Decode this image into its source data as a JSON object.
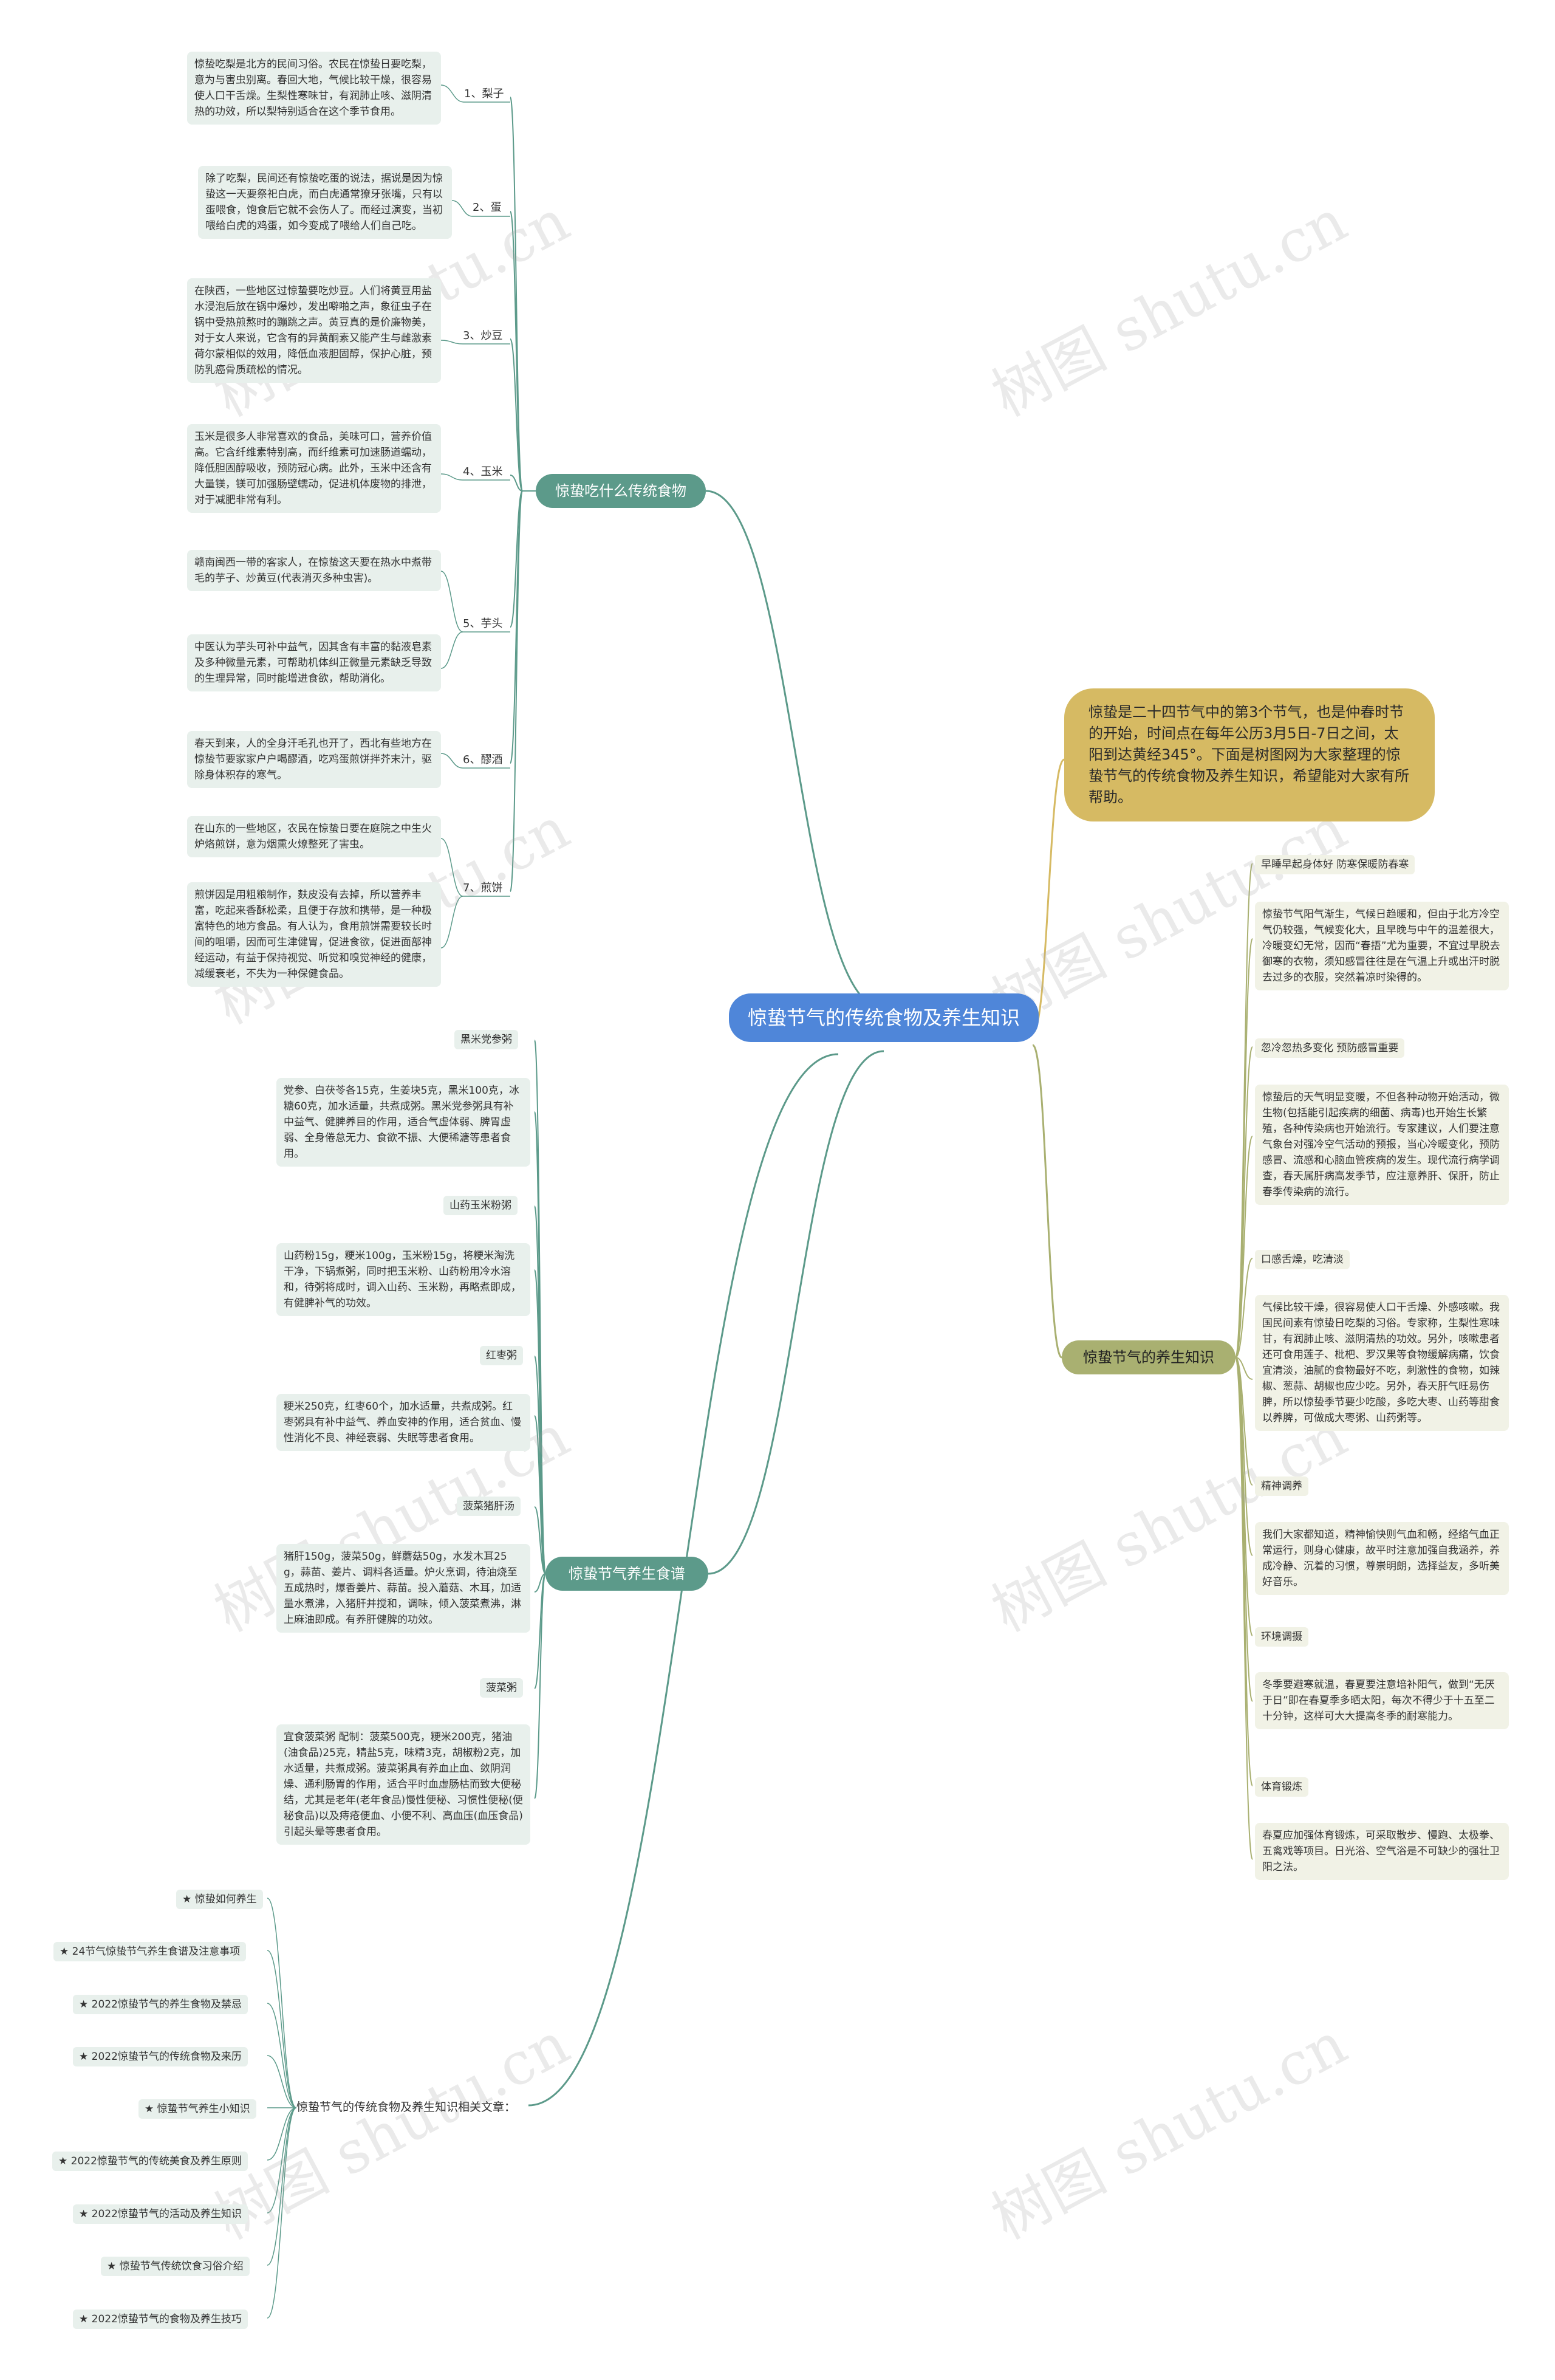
{
  "root": {
    "title": "惊蛰节气的传统食物及养生知识"
  },
  "intro": {
    "text": "惊蛰是二十四节气中的第3个节气，也是仲春时节的开始，时间点在每年公历3月5日-7日之间，太阳到达黄经345°。下面是树图网为大家整理的惊蛰节气的传统食物及养生知识，希望能对大家有所帮助。"
  },
  "food": {
    "title": "惊蛰吃什么传统食物",
    "items": [
      {
        "label": "1、梨子",
        "texts": [
          "惊蛰吃梨是北方的民间习俗。农民在惊蛰日要吃梨，意为与害虫别离。春回大地，气候比较干燥，很容易使人口干舌燥。生梨性寒味甘，有润肺止咳、滋阴清热的功效，所以梨特别适合在这个季节食用。"
        ]
      },
      {
        "label": "2、蛋",
        "texts": [
          "除了吃梨，民间还有惊蛰吃蛋的说法，据说是因为惊蛰这一天要祭祀白虎，而白虎通常獠牙张嘴，只有以蛋喂食，饱食后它就不会伤人了。而经过演变，当初喂给白虎的鸡蛋，如今变成了喂给人们自己吃。"
        ]
      },
      {
        "label": "3、炒豆",
        "texts": [
          "在陕西，一些地区过惊蛰要吃炒豆。人们将黄豆用盐水浸泡后放在锅中爆炒，发出噼啪之声，象征虫子在锅中受热煎熬时的蹦跳之声。黄豆真的是价廉物美，对于女人来说，它含有的异黄酮素又能产生与雌激素荷尔蒙相似的效用，降低血液胆固醇，保护心脏，预防乳癌骨质疏松的情况。"
        ]
      },
      {
        "label": "4、玉米",
        "texts": [
          "玉米是很多人非常喜欢的食品，美味可口，营养价值高。它含纤维素特别高，而纤维素可加速肠道蠕动，降低胆固醇吸收，预防冠心病。此外，玉米中还含有大量镁，镁可加强肠壁蠕动，促进机体废物的排泄，对于减肥非常有利。"
        ]
      },
      {
        "label": "5、芋头",
        "texts": [
          "赣南闽西一带的客家人，在惊蛰这天要在热水中煮带毛的芋子、炒黄豆(代表消灭多种虫害)。",
          "中医认为芋头可补中益气，因其含有丰富的黏液皂素及多种微量元素，可帮助机体纠正微量元素缺乏导致的生理异常，同时能增进食欲，帮助消化。"
        ]
      },
      {
        "label": "6、醪酒",
        "texts": [
          "春天到来，人的全身汗毛孔也开了，西北有些地方在惊蛰节要家家户户喝醪酒，吃鸡蛋煎饼拌芥末汁，驱除身体积存的寒气。"
        ]
      },
      {
        "label": "7、煎饼",
        "texts": [
          "在山东的一些地区，农民在惊蛰日要在庭院之中生火炉烙煎饼，意为烟熏火燎整死了害虫。",
          "煎饼因是用粗粮制作，麸皮没有去掉，所以营养丰富，吃起来香酥松柔，且便于存放和携带，是一种极富特色的地方食品。有人认为，食用煎饼需要较长时间的咀嚼，因而可生津健胃，促进食欲，促进面部神经运动，有益于保持视觉、听觉和嗅觉神经的健康，减缓衰老，不失为一种保健食品。"
        ]
      }
    ]
  },
  "recipes": {
    "title": "惊蛰节气养生食谱",
    "items": [
      {
        "label": "黑米党参粥",
        "text": "党参、白茯苓各15克，生姜块5克，黑米100克，冰糖60克，加水适量，共煮成粥。黑米党参粥具有补中益气、健脾养目的作用，适合气虚体弱、脾胃虚弱、全身倦怠无力、食欲不振、大便稀溏等患者食用。"
      },
      {
        "label": "山药玉米粉粥",
        "text": "山药粉15g，粳米100g，玉米粉15g，将粳米淘洗干净，下锅煮粥，同时把玉米粉、山药粉用冷水溶和，待粥将成时，调入山药、玉米粉，再略煮即成，有健脾补气的功效。"
      },
      {
        "label": "红枣粥",
        "text": "粳米250克，红枣60个，加水适量，共煮成粥。红枣粥具有补中益气、养血安神的作用，适合贫血、慢性消化不良、神经衰弱、失眠等患者食用。"
      },
      {
        "label": "菠菜猪肝汤",
        "text": "猪肝150g，菠菜50g，鲜蘑菇50g，水发木耳25g，蒜苗、姜片、调料各适量。炉火烹调，待油烧至五成热时，爆香姜片、蒜苗。投入蘑菇、木耳，加适量水煮沸，入猪肝并搅和，调味，倾入菠菜煮沸，淋上麻油即成。有养肝健脾的功效。"
      },
      {
        "label": "菠菜粥",
        "text": "宜食菠菜粥 配制：菠菜500克，粳米200克，猪油(油食品)25克，精盐5克，味精3克，胡椒粉2克，加水适量，共煮成粥。菠菜粥具有养血止血、敛阴润燥、通利肠胃的作用，适合平时血虚肠枯而致大便秘结，尤其是老年(老年食品)慢性便秘、习惯性便秘(便秘食品)以及痔疮便血、小便不利、高血压(血压食品)引起头晕等患者食用。"
      }
    ]
  },
  "articles": {
    "title": "惊蛰节气的传统食物及养生知识相关文章：",
    "items": [
      "★ 惊蛰如何养生",
      "★ 24节气惊蛰节气养生食谱及注意事项",
      "★ 2022惊蛰节气的养生食物及禁忌",
      "★ 2022惊蛰节气的传统食物及来历",
      "★ 惊蛰节气养生小知识",
      "★ 2022惊蛰节气的传统美食及养生原则",
      "★ 2022惊蛰节气的活动及养生知识",
      "★ 惊蛰节气传统饮食习俗介绍",
      "★ 2022惊蛰节气的食物及养生技巧"
    ]
  },
  "health": {
    "title": "惊蛰节气的养生知识",
    "items": [
      {
        "label": "早睡早起身体好 防寒保暖防春寒",
        "text": "惊蛰节气阳气渐生，气候日趋暖和，但由于北方冷空气仍较强，气候变化大，且早晚与中午的温差很大，冷暖变幻无常，因而“春捂”尤为重要，不宜过早脱去御寒的衣物，须知感冒往往是在气温上升或出汗时脱去过多的衣服，突然着凉时染得的。"
      },
      {
        "label": "忽冷忽热多变化 预防感冒重要",
        "text": "惊蛰后的天气明显变暖，不但各种动物开始活动，微生物(包括能引起疾病的细菌、病毒)也开始生长繁殖，各种传染病也开始流行。专家建议，人们要注意气象台对强冷空气活动的预报，当心冷暖变化，预防感冒、流感和心脑血管疾病的发生。现代流行病学调查，春天属肝病高发季节，应注意养肝、保肝，防止春季传染病的流行。"
      },
      {
        "label": "口感舌燥，吃清淡",
        "text": "气候比较干燥，很容易使人口干舌燥、外感咳嗽。我国民间素有惊蛰日吃梨的习俗。专家称，生梨性寒味甘，有润肺止咳、滋阴清热的功效。另外，咳嗽患者还可食用莲子、枇杷、罗汉果等食物缓解病痛，饮食宜清淡，油腻的食物最好不吃，刺激性的食物，如辣椒、葱蒜、胡椒也应少吃。另外，春天肝气旺易伤脾，所以惊蛰季节要少吃酸，多吃大枣、山药等甜食以养脾，可做成大枣粥、山药粥等。"
      },
      {
        "label": "精神调养",
        "text": "我们大家都知道，精神愉快则气血和畅，经络气血正常运行，则身心健康，故平时注意加强自我涵养，养成冷静、沉着的习惯，尊崇明朗，选择益友，多听美好音乐。"
      },
      {
        "label": "环境调摄",
        "text": "冬季要避寒就温，春夏要注意培补阳气，做到“无厌于日”即在春夏季多晒太阳，每次不得少于十五至二十分钟，这样可大大提高冬季的耐寒能力。"
      },
      {
        "label": "体育锻炼",
        "text": "春夏应加强体育锻炼，可采取散步、慢跑、太极拳、五禽戏等项目。日光浴、空气浴是不可缺少的强壮卫阳之法。"
      }
    ]
  },
  "watermark": {
    "text": "树图 shutu.cn"
  },
  "colors": {
    "root": "#4f86d9",
    "intro": "#d6ba63",
    "food_branch": "#5c9a8a",
    "recipe_branch": "#5c9a8a",
    "health_branch": "#a9b071",
    "leaf_bg": "#e8f0ec",
    "health_leaf_bg": "#f1f2e6"
  }
}
